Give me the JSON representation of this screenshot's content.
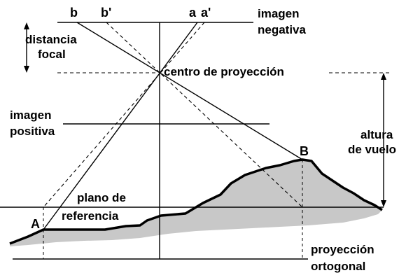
{
  "points": {
    "b": "b",
    "b_prime": "b'",
    "a": "a",
    "a_prime": "a'",
    "A": "A",
    "B": "B"
  },
  "labels": {
    "imagen_negativa_1": "imagen",
    "imagen_negativa_2": "negativa",
    "distancia_focal_1": "distancia",
    "distancia_focal_2": "focal",
    "centro_proyeccion": "centro de proyección",
    "imagen_positiva_1": "imagen",
    "imagen_positiva_2": "positiva",
    "altura_vuelo_1": "altura",
    "altura_vuelo_2": "de vuelo",
    "plano_referencia_1": "plano de",
    "plano_referencia_2": "referencia",
    "proyeccion_ortogonal_1": "proyección",
    "proyeccion_ortogonal_2": "ortogonal"
  },
  "colors": {
    "terrain_fill": "#c8c8c8",
    "ink": "#000000",
    "background": "#ffffff"
  }
}
